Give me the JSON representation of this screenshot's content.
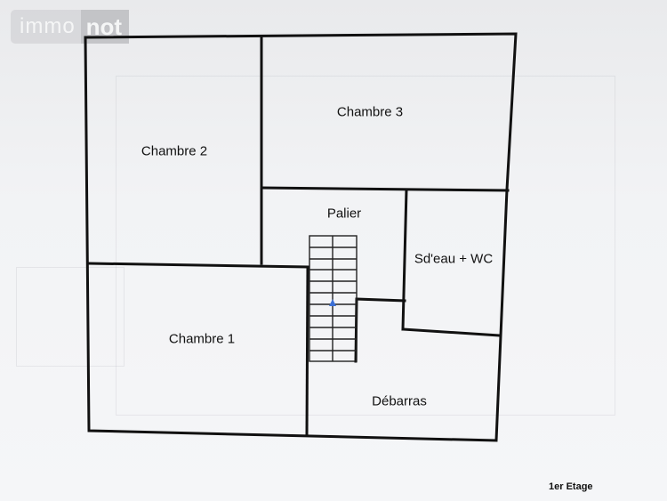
{
  "logo": {
    "part1": "immo",
    "part2": "not"
  },
  "rooms": {
    "chambre3": "Chambre 3",
    "chambre2": "Chambre 2",
    "palier": "Palier",
    "sdeau": "Sd'eau + WC",
    "chambre1": "Chambre 1",
    "debarras": "Débarras"
  },
  "caption": "1er Etage",
  "colors": {
    "wall": "#111111",
    "arrow": "#3b6fd6"
  },
  "icons": {
    "stairs_arrow": "up-arrow-icon"
  }
}
